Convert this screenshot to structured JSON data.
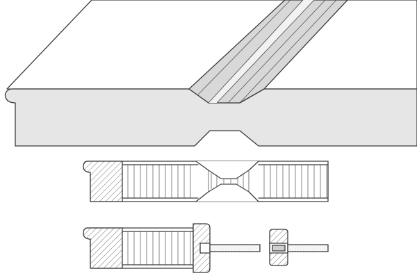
{
  "colors": {
    "background": "#ffffff",
    "panel_face": "#ffffff",
    "panel_side": "#e6e6e6",
    "groove_shade": "#d2d2d2",
    "outline": "#3a3a3a",
    "core_fill": "#ffffff",
    "hatch": "#666666"
  },
  "views": [
    "panel-perspective",
    "cross-section-pressed-joint",
    "cross-section-exploded-joint"
  ]
}
